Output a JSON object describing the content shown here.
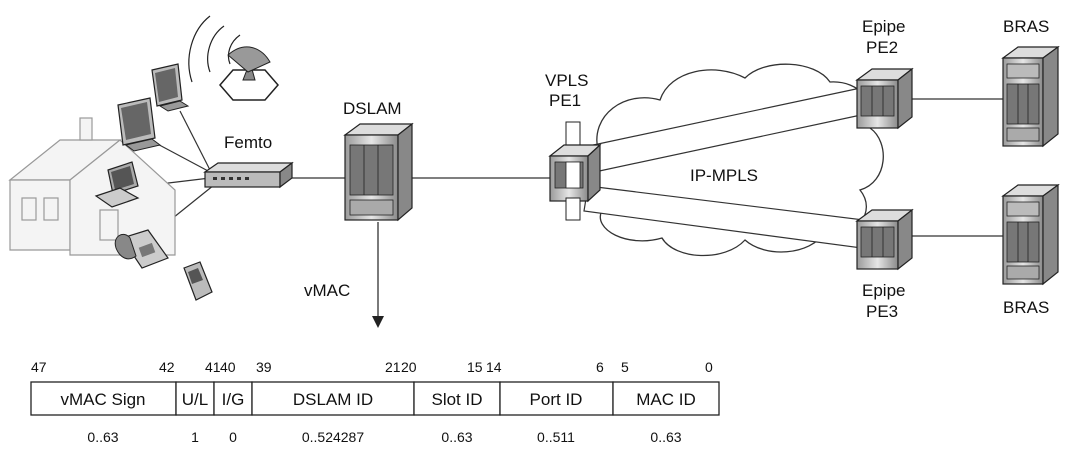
{
  "labels": {
    "femto": "Femto",
    "dslam": "DSLAM",
    "vpls_line1": "VPLS",
    "vpls_line2": "PE1",
    "ipmpls": "IP-MPLS",
    "epipe_top_line1": "Epipe",
    "epipe_top_line2": "PE2",
    "epipe_bottom_line1": "Epipe",
    "epipe_bottom_line2": "PE3",
    "bras_top": "BRAS",
    "bras_bottom": "BRAS",
    "vmac": "vMAC"
  },
  "bit_positions": [
    "47",
    "42",
    "41",
    "40",
    "39",
    "21",
    "20",
    "15",
    "14",
    "6",
    "5",
    "0"
  ],
  "fields": [
    {
      "name": "vMAC Sign",
      "range": "0..63"
    },
    {
      "name": "U/L",
      "range": "1"
    },
    {
      "name": "I/G",
      "range": "0"
    },
    {
      "name": "DSLAM ID",
      "range": "0..524287"
    },
    {
      "name": "Slot ID",
      "range": "0..63"
    },
    {
      "name": "Port ID",
      "range": "0..511"
    },
    {
      "name": "MAC ID",
      "range": "0..63"
    }
  ]
}
